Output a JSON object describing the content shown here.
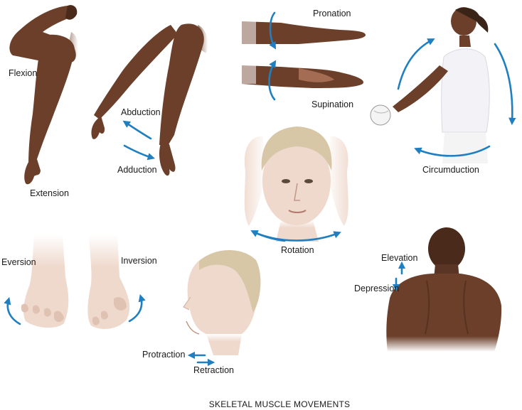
{
  "title": "SKELETAL MUSCLE MOVEMENTS",
  "colors": {
    "arrow": "#1f7fc0",
    "dark_skin": "#6b3f2a",
    "dark_skin_shadow": "#4a2a1b",
    "light_skin": "#efd8cc",
    "light_skin_shadow": "#d9b8a8",
    "hair_blonde": "#d7c7a6",
    "shirt": "#f3f3f7"
  },
  "labels": {
    "flexion": "Flexion",
    "extension": "Extension",
    "abduction": "Abduction",
    "adduction": "Adduction",
    "pronation": "Pronation",
    "supination": "Supination",
    "circumduction": "Circumduction",
    "rotation": "Rotation",
    "eversion": "Eversion",
    "inversion": "Inversion",
    "protraction": "Protraction",
    "retraction": "Retraction",
    "elevation": "Elevation",
    "depression": "Depression"
  }
}
